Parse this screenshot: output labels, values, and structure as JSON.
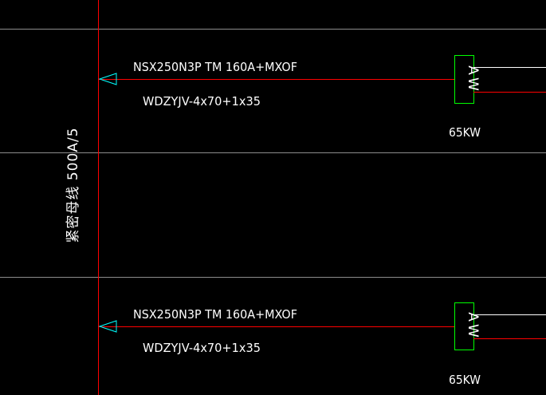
{
  "colors": {
    "background": "#000000",
    "grid_line": "#8c8c8c",
    "red_line": "#ff0000",
    "white_line": "#ffffff",
    "breaker_arrow": "#00ffff",
    "meter_box": "#00ff00",
    "text": "#ffffff"
  },
  "busbar": {
    "label": "紧密母线  500A/5"
  },
  "circuits": [
    {
      "breaker": "NSX250N3P TM 160A+MXOF",
      "cable": "WDZYJV-4x70+1x35",
      "meter": "AW",
      "power": "65KW"
    },
    {
      "breaker": "NSX250N3P TM 160A+MXOF",
      "cable": "WDZYJV-4x70+1x35",
      "meter": "AW",
      "power": "65KW"
    }
  ]
}
